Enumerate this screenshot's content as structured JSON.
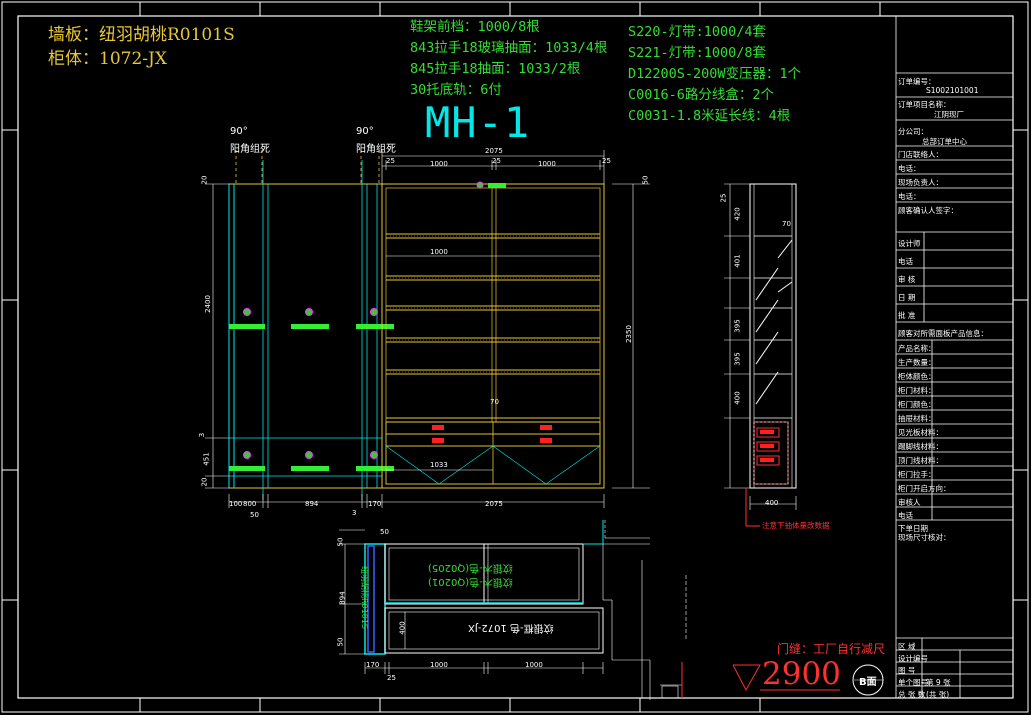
{
  "header": {
    "wall_panel": "墙板：纽羽胡桃R0101S",
    "cabinet": "柜体：1072-JX"
  },
  "materials_left": [
    "鞋架前档：1000/8根",
    "843拉手18玻璃抽面：1033/4根",
    "845拉手18抽面：1033/2根",
    "30托底轨：6付"
  ],
  "materials_right": [
    "S220-灯带:1000/4套",
    "S221-灯带:1000/8套",
    "D12200S-200W变压器：1个",
    "C0016-6路分线盒：2个",
    "C0031-1.8米延长线：4根"
  ],
  "drawing_title": "MH-1",
  "notes": {
    "angle_left": "90°",
    "fixed_left": "阳角组死",
    "angle_right": "90°",
    "fixed_right": "阳角组死",
    "side_red_note": "注意下抽体量改数据",
    "door_note": "门缝：工厂自行减尺",
    "ceiling_height": "2900",
    "view_label": "B面"
  },
  "dimensions": {
    "top_total": "2075",
    "top_25a": "25",
    "top_1000a": "1000",
    "top_25b": "25",
    "top_1000b": "1000",
    "top_25c": "25",
    "mid_1000": "1000",
    "drawer_1033": "1033",
    "drawer_70": "70",
    "height_2400": "2400",
    "height_20a": "20",
    "height_3": "3",
    "height_451": "451",
    "height_20b": "20",
    "right_50": "50",
    "right_2350": "2350",
    "bottom_100": "100",
    "bottom_800": "800",
    "bottom_50": "50",
    "bottom_894": "894",
    "bottom_3": "3",
    "bottom_170": "170",
    "bottom_total": "2075",
    "side_25": "25",
    "side_420": "420",
    "side_401": "401",
    "side_395a": "395",
    "side_395b": "395",
    "side_400": "400",
    "side_70": "70",
    "side_depth": "400",
    "plan_50": "50",
    "plan_894": "894",
    "plan_50b": "50",
    "plan_170": "170",
    "plan_400": "400",
    "plan_25": "25",
    "plan_1000a": "1000",
    "plan_1000b": "1000",
    "plan_top50": "50"
  },
  "plan_labels": {
    "upper_a": "纹银木-色(Q0205)",
    "upper_b": "纹银木-色(Q0201)",
    "lower": "纹银框-色 1072-JX",
    "vertical": "纽羽胡桃R0101S"
  },
  "title_block": {
    "order_no_label": "订单编号：",
    "order_no": "S1002101001",
    "project_label": "订单项目名称：",
    "project": "江阴现厂",
    "company_label": "分公司：",
    "company": "总部订单中心",
    "store_label": "门店联络人：",
    "phone_label": "电话：",
    "site_label": "现场负责人：",
    "phone2_label": "电话：",
    "confirm_label": "顾客确认人签字：",
    "designer_label": "设计师",
    "tel_label": "电话",
    "review_label": "审 核",
    "date_label": "日 期",
    "approve_label": "批 准",
    "remark_label": "顾客对所需面板产品信息：",
    "product_label": "产品名称：",
    "product_rows": [
      "生产数量：",
      "柜体颜色：",
      "柜门材料：",
      "柜门颜色：",
      "抽屉材料：",
      "见光板材料：",
      "踢脚线材料：",
      "顶门线材料：",
      "柜门拉手：",
      "柜门开启方向：",
      "审核人",
      "电话",
      "下单日期",
      "现场尺寸核对："
    ],
    "bottom_rows": [
      "区 域",
      "设计编号",
      "图 号",
      "单个图号",
      "总 张 数"
    ],
    "page_label": "第 9 张",
    "total_label": "(共 张)"
  }
}
